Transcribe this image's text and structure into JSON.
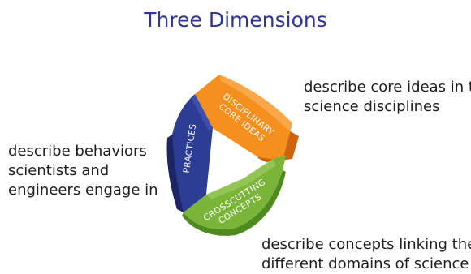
{
  "title": "Three Dimensions",
  "dimensions": {
    "core_ideas": {
      "label_lines": [
        "DISCIPLINARY",
        "CORE IDEAS"
      ],
      "description_lines": [
        "describe core ideas in the",
        "science disciplines"
      ],
      "color": "#f5901e"
    },
    "practices": {
      "label_lines": [
        "PRACTICES"
      ],
      "description_lines": [
        "describe behaviors",
        "scientists and",
        "engineers engage in"
      ],
      "color": "#2d3c94"
    },
    "crosscutting": {
      "label_lines": [
        "CROSSCUTTING",
        "CONCEPTS"
      ],
      "description_lines": [
        "describe concepts linking the",
        "different domains of science"
      ],
      "color": "#7ab539"
    }
  }
}
